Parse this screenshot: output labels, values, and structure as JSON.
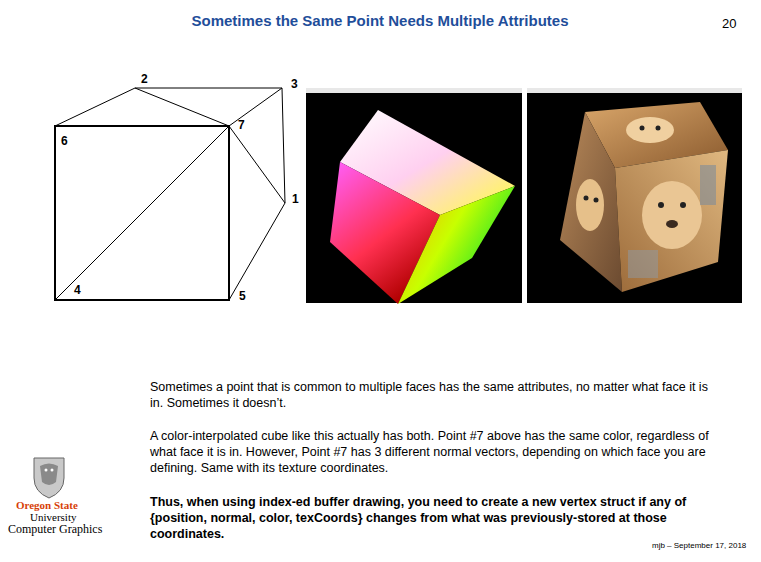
{
  "diagram": {
    "title": "Sometimes the Same Point Needs Multiple Attributes",
    "labels": [
      "20",
      "2",
      "3",
      "6",
      "7",
      "1",
      "4",
      "5",
      "Sometimes a point that is common to multiple faces has the same attributes, no matter what face it is in. Sometimes it doesn’t.",
      "A color-interpolated cube like this actually has both. Point #7 above has the same color, regardless of what face it is in. However, Point #7 has 3 different normal vectors, depending on which face you are defining. Same with its texture coordinates.",
      "Thus, when using index-ed buffer drawing, you need to create a new vertex struct if any of {position, normal, color, texCoords} changes from what was previously-stored at those coordinates.",
      "Oregon State",
      "University",
      "Computer Graphics",
      "mjb – September 17, 2018"
    ]
  }
}
